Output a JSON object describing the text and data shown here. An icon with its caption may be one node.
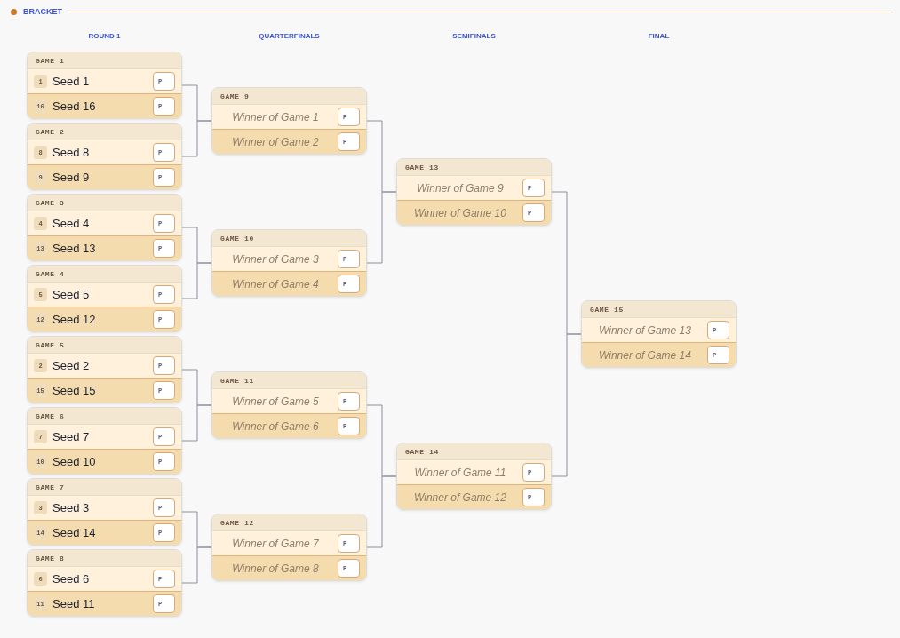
{
  "diagram": {
    "title": "BRACKET",
    "nodes": [
      {
        "text": [
          "GAME 1"
        ]
      },
      {
        "text": [
          "1",
          "Seed 1",
          "P"
        ],
        "in": 0
      },
      {
        "text": [
          "16",
          "Seed 16",
          "P"
        ],
        "in": 0
      },
      {
        "text": [
          "GAME 2"
        ]
      },
      {
        "text": [
          "8",
          "Seed 8",
          "P"
        ],
        "in": 3
      },
      {
        "text": [
          "9",
          "Seed 9",
          "P"
        ],
        "in": 3
      },
      {
        "text": [
          "GAME 3"
        ]
      },
      {
        "text": [
          "4",
          "Seed 4",
          "P"
        ],
        "in": 6
      },
      {
        "text": [
          "13",
          "Seed 13",
          "P"
        ],
        "in": 6
      },
      {
        "text": [
          "GAME 4"
        ]
      },
      {
        "text": [
          "5",
          "Seed 5",
          "P"
        ],
        "in": 9
      },
      {
        "text": [
          "12",
          "Seed 12",
          "P"
        ],
        "in": 9
      },
      {
        "text": [
          "GAME 5"
        ]
      },
      {
        "text": [
          "2",
          "Seed 2",
          "P"
        ],
        "in": 12
      },
      {
        "text": [
          "15",
          "Seed 15",
          "P"
        ],
        "in": 12
      },
      {
        "text": [
          "GAME 6"
        ]
      },
      {
        "text": [
          "7",
          "Seed 7",
          "P"
        ],
        "in": 15
      },
      {
        "text": [
          "10",
          "Seed 10",
          "P"
        ],
        "in": 15
      },
      {
        "text": [
          "GAME 7"
        ]
      },
      {
        "text": [
          "3",
          "Seed 3",
          "P"
        ],
        "in": 18
      },
      {
        "text": [
          "14",
          "Seed 14",
          "P"
        ],
        "in": 18
      },
      {
        "text": [
          "GAME 8"
        ]
      },
      {
        "text": [
          "6",
          "Seed 6",
          "P"
        ],
        "in": 21
      },
      {
        "text": [
          "11",
          "Seed 11",
          "P"
        ],
        "in": 21
      },
      {
        "text": [
          "GAME 9"
        ]
      },
      {
        "text": [
          "Winner of Game 1",
          "P"
        ],
        "in": 24
      },
      {
        "text": [
          "Winner of Game 2",
          "P"
        ],
        "in": 24
      },
      {
        "text": [
          "GAME 10"
        ]
      },
      {
        "text": [
          "Winner of Game 3",
          "P"
        ],
        "in": 27
      },
      {
        "text": [
          "Winner of Game 4",
          "P"
        ],
        "in": 27
      },
      {
        "text": [
          "GAME 11"
        ]
      },
      {
        "text": [
          "Winner of Game 5",
          "P"
        ],
        "in": 30
      },
      {
        "text": [
          "Winner of Game 6",
          "P"
        ],
        "in": 30
      },
      {
        "text": [
          "GAME 12"
        ]
      },
      {
        "text": [
          "Winner of Game 7",
          "P"
        ],
        "in": 33
      },
      {
        "text": [
          "Winner of Game 8",
          "P"
        ],
        "in": 33
      },
      {
        "text": [
          "GAME 13"
        ]
      },
      {
        "text": [
          "Winner of Game 9",
          "P"
        ],
        "in": 36
      },
      {
        "text": [
          "Winner of Game 10",
          "P"
        ],
        "in": 36
      },
      {
        "text": [
          "GAME 14"
        ]
      },
      {
        "text": [
          "Winner of Game 11",
          "P"
        ],
        "in": 39
      },
      {
        "text": [
          "Winner of Game 12",
          "P"
        ],
        "in": 39
      },
      {
        "text": [
          "GAME 15"
        ]
      },
      {
        "text": [
          "Winner of Game 13",
          "P"
        ],
        "in": 42
      },
      {
        "text": [
          "Winner of Game 14",
          "P"
        ],
        "in": 42
      }
    ],
    "edges": [
      {
        "from": 0,
        "to": 24,
        "arrow": "none"
      },
      {
        "from": 3,
        "to": 24,
        "arrow": "none"
      },
      {
        "from": 6,
        "to": 27,
        "arrow": "none"
      },
      {
        "from": 9,
        "to": 27,
        "arrow": "none"
      },
      {
        "from": 12,
        "to": 30,
        "arrow": "none"
      },
      {
        "from": 15,
        "to": 30,
        "arrow": "none"
      },
      {
        "from": 18,
        "to": 33,
        "arrow": "none"
      },
      {
        "from": 21,
        "to": 33,
        "arrow": "none"
      },
      {
        "from": 24,
        "to": 36,
        "arrow": "none"
      },
      {
        "from": 27,
        "to": 36,
        "arrow": "none"
      },
      {
        "from": 30,
        "to": 39,
        "arrow": "none"
      },
      {
        "from": 33,
        "to": 39,
        "arrow": "none"
      },
      {
        "from": 36,
        "to": 42,
        "arrow": "none"
      },
      {
        "from": 39,
        "to": 42,
        "arrow": "none"
      }
    ],
    "labels": [
      "ROUND 1",
      "QUARTERFINALS",
      "SEMIFINALS",
      "FINAL"
    ]
  }
}
